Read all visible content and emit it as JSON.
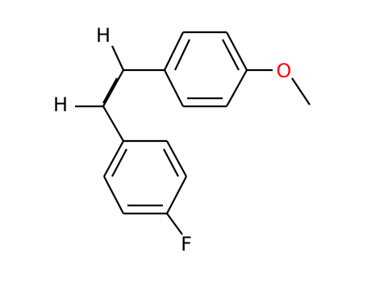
{
  "molecule": {
    "atoms": {
      "h_upper": {
        "label": "H",
        "color": "#000000"
      },
      "h_lower": {
        "label": "H",
        "color": "#000000"
      },
      "oxygen": {
        "label": "O",
        "color": "#ff0000"
      },
      "fluorine": {
        "label": "F",
        "color": "#000000"
      }
    },
    "colors": {
      "bond": "#000000",
      "oxygen": "#ff0000",
      "background": "#ffffff"
    }
  }
}
